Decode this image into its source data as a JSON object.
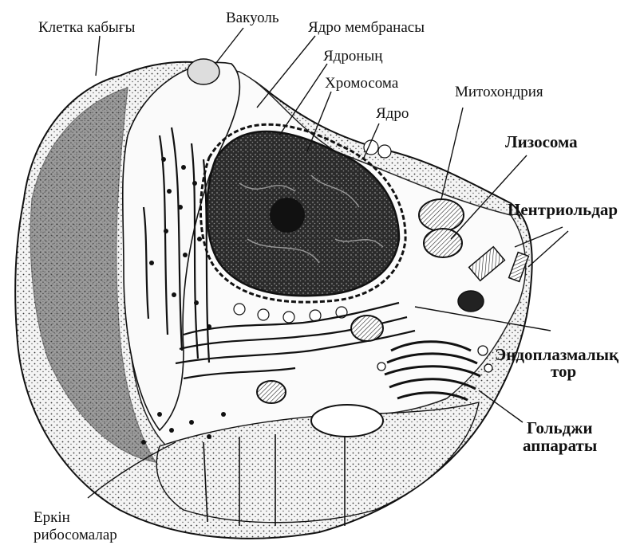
{
  "labels": {
    "cell_wall": "Клетка кабығы",
    "vacuole": "Вакуоль",
    "nuclear_membrane": "Ядро мембранасы",
    "nuclear_pore": "Ядроның",
    "chromosome": "Хромосома",
    "nucleus": "Ядро",
    "mitochondria": "Митохондрия",
    "lysosome": "Лизосома",
    "centrioles": "Центриольдар",
    "er_line1": "Эндоплазмалық",
    "er_line2": "тор",
    "golgi_line1": "Гольджи",
    "golgi_line2": "аппараты",
    "ribosomes_line1": "Еркін",
    "ribosomes_line2": "рибосомалар"
  }
}
